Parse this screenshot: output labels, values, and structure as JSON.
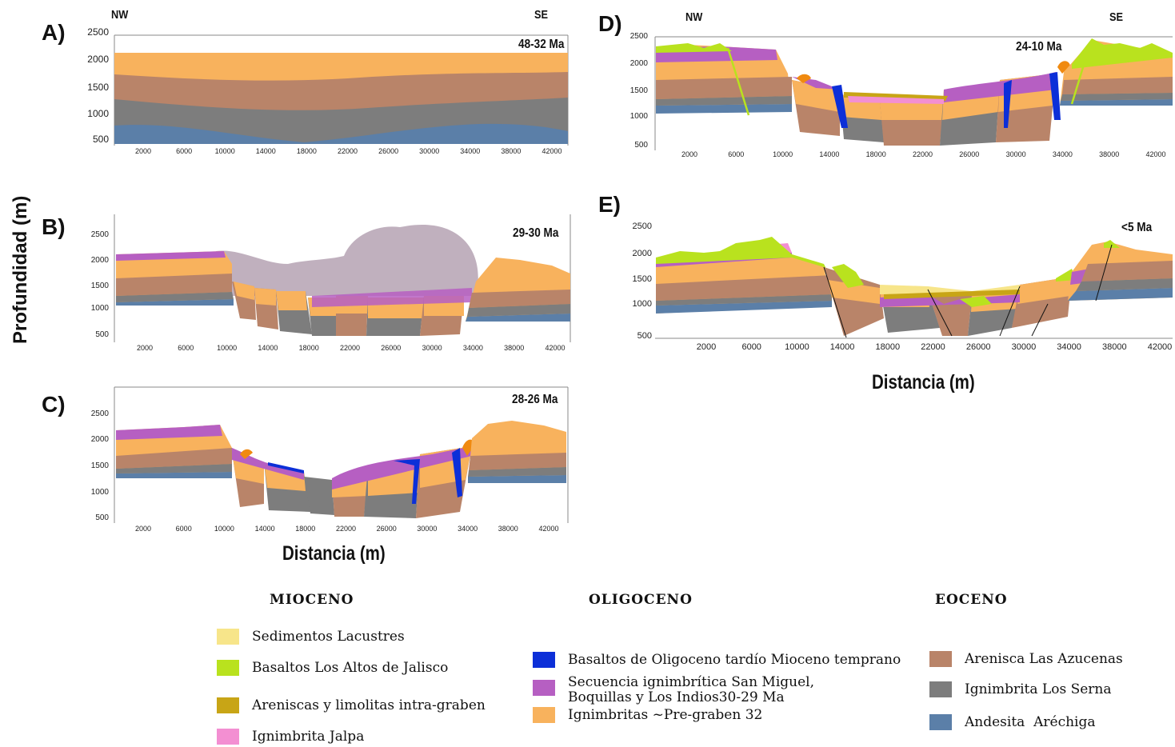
{
  "axis_titles": {
    "y": "Profundidad (m)",
    "x_left": "Distancia (m)",
    "x_right": "Distancia (m)"
  },
  "directions": {
    "nw": "NW",
    "se": "SE"
  },
  "panels": [
    {
      "id": "A",
      "letter": "A)",
      "age": "48-32 Ma",
      "yticks": [
        "2500",
        "2000",
        "1500",
        "1000",
        "500"
      ],
      "xticks": [
        "2000",
        "6000",
        "10000",
        "14000",
        "18000",
        "22000",
        "26000",
        "30000",
        "34000",
        "38000",
        "42000"
      ]
    },
    {
      "id": "B",
      "letter": "B)",
      "age": "29-30 Ma",
      "yticks": [
        "2500",
        "2000",
        "1500",
        "1000",
        "500"
      ],
      "xticks": [
        "2000",
        "6000",
        "10000",
        "14000",
        "18000",
        "22000",
        "26000",
        "30000",
        "34000",
        "38000",
        "42000"
      ]
    },
    {
      "id": "C",
      "letter": "C)",
      "age": "28-26 Ma",
      "yticks": [
        "2500",
        "2000",
        "1500",
        "1000",
        "500"
      ],
      "xticks": [
        "2000",
        "6000",
        "10000",
        "14000",
        "18000",
        "22000",
        "26000",
        "30000",
        "34000",
        "38000",
        "42000"
      ]
    },
    {
      "id": "D",
      "letter": "D)",
      "age": "24-10 Ma",
      "yticks": [
        "2500",
        "2000",
        "1500",
        "1000",
        "500"
      ],
      "xticks": [
        "2000",
        "6000",
        "10000",
        "14000",
        "18000",
        "22000",
        "26000",
        "30000",
        "34000",
        "38000",
        "42000"
      ]
    },
    {
      "id": "E",
      "letter": "E)",
      "age": "<5 Ma",
      "yticks": [
        "2500",
        "2000",
        "1500",
        "1000",
        "500"
      ],
      "xticks": [
        "2000",
        "6000",
        "10000",
        "14000",
        "18000",
        "22000",
        "26000",
        "30000",
        "34000",
        "38000",
        "42000"
      ]
    }
  ],
  "legend": {
    "mioceno": {
      "heading": "MIOCENO",
      "items": [
        {
          "label": "Sedimentos Lacustres",
          "color": "#f7e58a"
        },
        {
          "label": "Basaltos Los Altos de Jalisco",
          "color": "#b9e21e"
        },
        {
          "label": "Areniscas y limolitas intra-graben",
          "color": "#c8a516"
        },
        {
          "label": "Ignimbrita Jalpa",
          "color": "#f38fd2"
        }
      ]
    },
    "oligoceno": {
      "heading": "OLIGOCENO",
      "items": [
        {
          "label": "Basaltos de Oligoceno tardío Mioceno temprano",
          "color": "#0c2fd8"
        },
        {
          "label": "Secuencia ignimbrítica San Miguel,\nBoquillas y Los Indios30-29 Ma",
          "color": "#b65fc2"
        },
        {
          "label": "Ignimbritas ~Pre-graben 32",
          "color": "#f8b25d"
        }
      ]
    },
    "eoceno": {
      "heading": "EOCENO",
      "items": [
        {
          "label": "Arenisca Las Azucenas",
          "color": "#b98469"
        },
        {
          "label": "Ignimbrita Los Serna",
          "color": "#7d7d7d"
        },
        {
          "label": "Andesita  Aréchiga",
          "color": "#5b7fa8"
        }
      ]
    }
  },
  "colors": {
    "lacustre": "#f7e58a",
    "basalto_altos": "#b9e21e",
    "arenisca_intra": "#c8a516",
    "jalpa": "#f38fd2",
    "basalto_olig": "#0c2fd8",
    "san_miguel": "#b65fc2",
    "pregraben": "#f8b25d",
    "azucenas": "#b98469",
    "serna": "#7d7d7d",
    "arechiga": "#5b7fa8",
    "ash_cloud": "#b9a7b7",
    "volcano_orange": "#f08a10"
  }
}
